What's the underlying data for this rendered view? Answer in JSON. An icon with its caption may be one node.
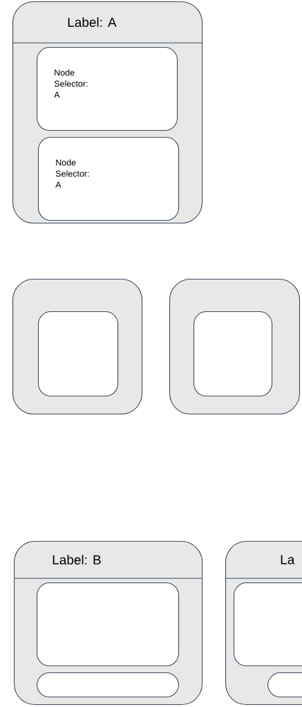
{
  "diagram": {
    "nodes": [
      {
        "text": [
          "Label: A"
        ]
      },
      {
        "text": [
          "Node Selector: A"
        ],
        "in": 0
      },
      {
        "text": [
          "Node Selector: A"
        ],
        "in": 0
      },
      {
        "text": [],
        "shape": "box"
      },
      {
        "text": [],
        "shape": "box",
        "in": 3
      },
      {
        "text": [],
        "shape": "box"
      },
      {
        "text": [],
        "shape": "box",
        "in": 5
      },
      {
        "text": [
          "Label: B"
        ]
      },
      {
        "text": [],
        "shape": "box",
        "in": 7
      },
      {
        "text": [],
        "shape": "box",
        "in": 7
      },
      {
        "text": [
          "La"
        ]
      },
      {
        "text": [],
        "shape": "box",
        "in": 10
      },
      {
        "text": [],
        "shape": "box",
        "in": 10
      }
    ]
  }
}
